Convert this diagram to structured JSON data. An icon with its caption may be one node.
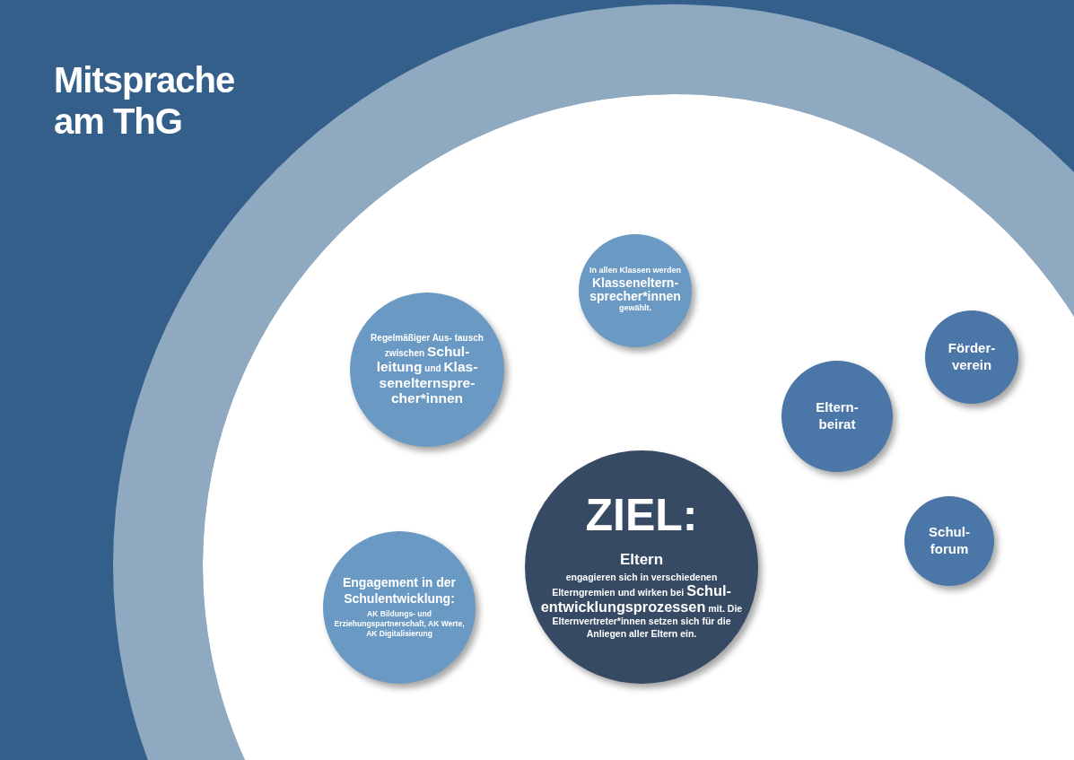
{
  "diagram": {
    "title": "Mitsprache am ThG",
    "nodes": [
      {
        "text": [
          "Regelmäßiger Aus- tausch zwischen **Schul- leitung** und **Klas- senelternspre- cher*innen**"
        ]
      },
      {
        "text": [
          "In allen Klassen werden **Klasseneltern- sprecher*innen** gewählt."
        ]
      },
      {
        "text": [
          "Förder- verein"
        ]
      },
      {
        "text": [
          "Eltern- beirat"
        ]
      },
      {
        "text": [
          "ZIEL:",
          "Eltern",
          "engagieren sich in verschiedenen Elterngremien und wirken bei **Schul- entwicklungsprozessen** mit. Die Elternvertreter*innen setzen sich für die Anliegen aller Eltern ein."
        ]
      },
      {
        "text": [
          "Schul- forum"
        ]
      },
      {
        "text": [
          "Engagement in der Schulentwicklung:",
          "AK Bildungs- und Erziehungspartnerschaft, AK Werte, AK Digitalisierung"
        ]
      }
    ]
  }
}
